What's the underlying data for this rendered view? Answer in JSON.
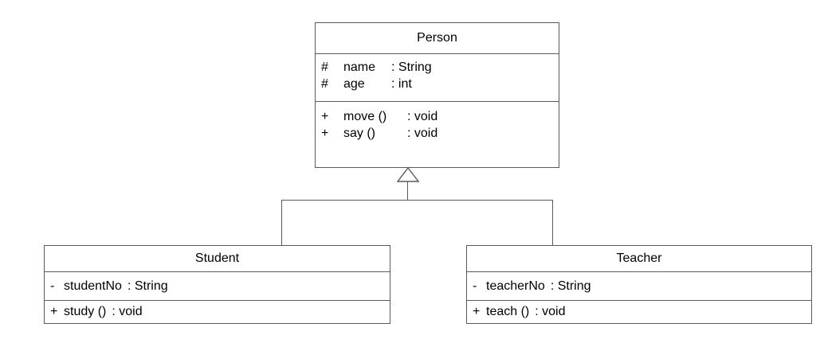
{
  "diagram": {
    "separator": ":",
    "colors": {
      "background": "#ffffff",
      "line": "#5a5a5a",
      "text": "#000000"
    }
  },
  "classes": [
    {
      "name": "Person",
      "attributes": [
        {
          "visibility": "#",
          "name": "name",
          "type": "String",
          "text": "# name : String"
        },
        {
          "visibility": "#",
          "name": "age",
          "type": "int",
          "text": "# age : int"
        }
      ],
      "operations": [
        {
          "visibility": "+",
          "name": "move ()",
          "type": "void",
          "text": "+ move () : void"
        },
        {
          "visibility": "+",
          "name": "say ()",
          "type": "void",
          "text": "+ say () : void"
        }
      ]
    },
    {
      "name": "Student",
      "attributes": [
        {
          "visibility": "-",
          "name": "studentNo",
          "type": "String",
          "text": "- studentNo : String"
        }
      ],
      "operations": [
        {
          "visibility": "+",
          "name": "study ()",
          "type": "void",
          "text": "+ study () : void"
        }
      ]
    },
    {
      "name": "Teacher",
      "attributes": [
        {
          "visibility": "-",
          "name": "teacherNo",
          "type": "String",
          "text": "- teacherNo : String"
        }
      ],
      "operations": [
        {
          "visibility": "+",
          "name": "teach ()",
          "type": "void",
          "text": "+ teach () : void"
        }
      ]
    }
  ],
  "relationships": [
    {
      "type": "generalization",
      "from": "Student",
      "to": "Person"
    },
    {
      "type": "generalization",
      "from": "Teacher",
      "to": "Person"
    }
  ]
}
